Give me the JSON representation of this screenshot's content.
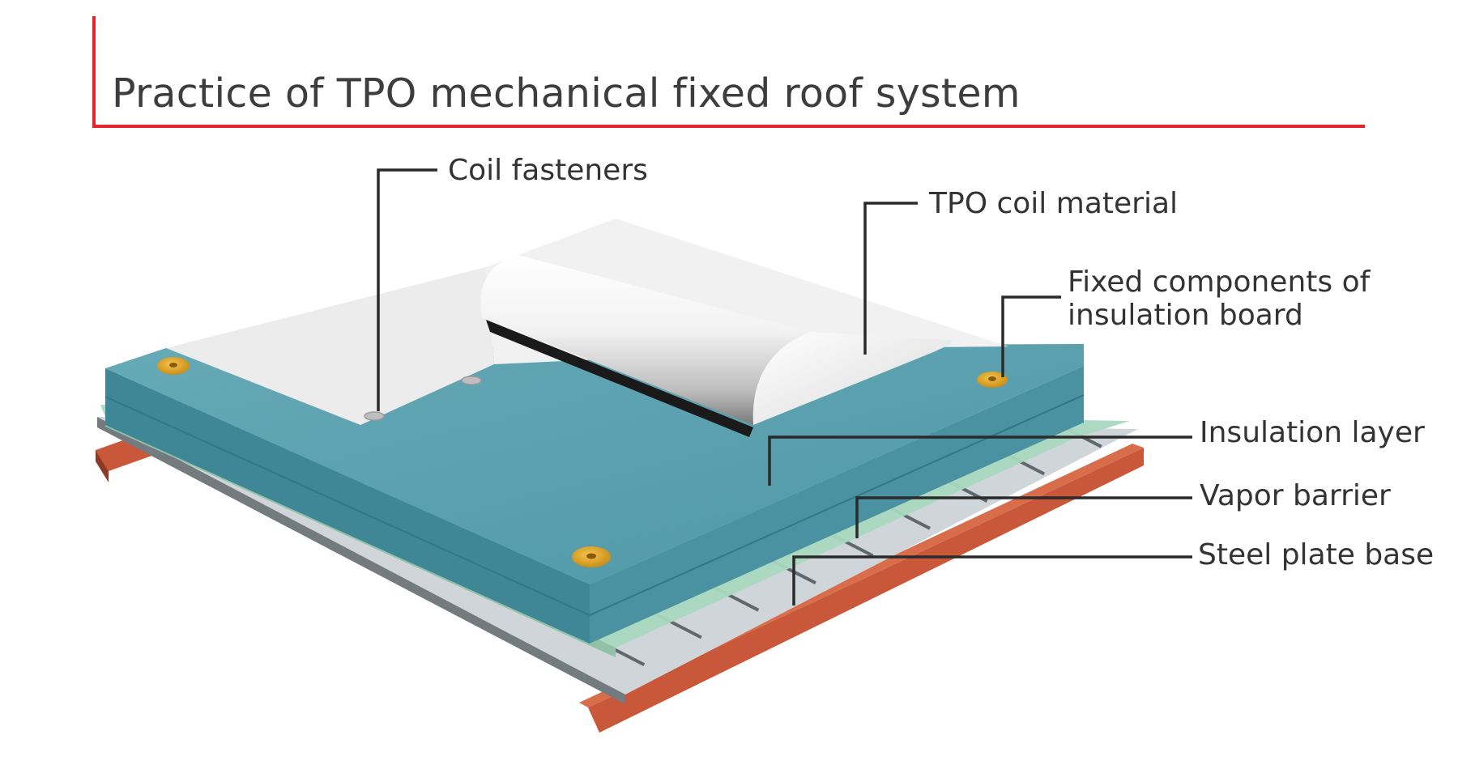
{
  "title": "Practice of TPO mechanical fixed roof system",
  "labels": {
    "coil_fasteners": "Coil fasteners",
    "tpo_coil_material": "TPO coil material",
    "fixed_components_line1": "Fixed components of",
    "fixed_components_line2": "insulation board",
    "insulation_layer": "Insulation layer",
    "vapor_barrier": "Vapor barrier",
    "steel_plate_base": "Steel plate base"
  },
  "colors": {
    "title_rule": "#e8242b",
    "insulation_board": "#5b9fae",
    "insulation_side": "#3f8796",
    "tpo_membrane": "#eeeeee",
    "vapor_barrier": "#a8d8bf",
    "steel_plate": "#cfd5d8",
    "steel_rib": "#6b7478",
    "purlin": "#c9573a",
    "fastener_plate": "#e0a62a"
  }
}
